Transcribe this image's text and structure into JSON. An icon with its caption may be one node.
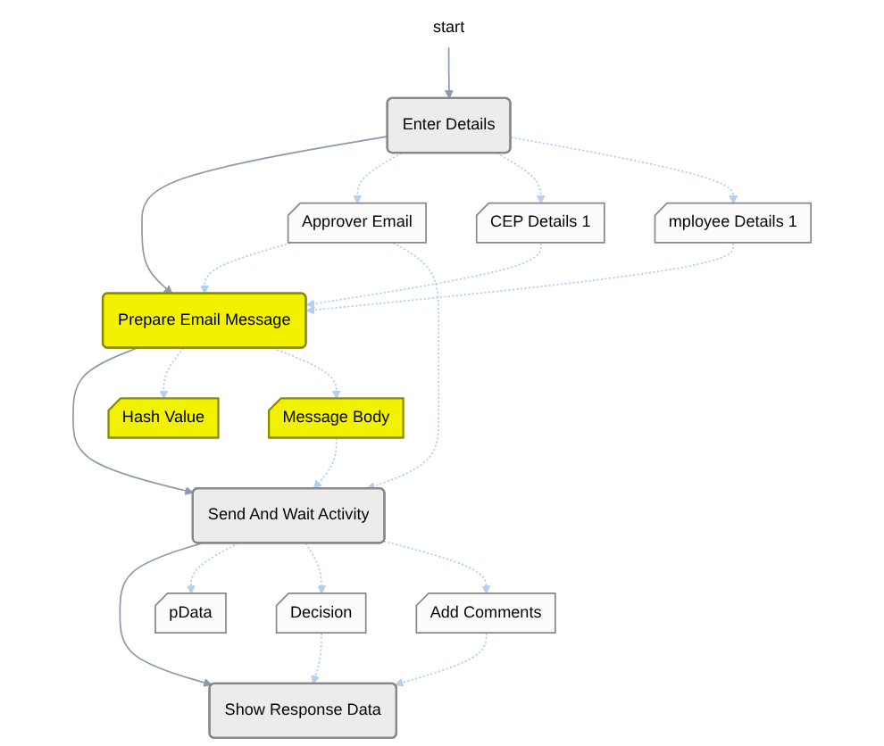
{
  "diagram": {
    "nodes": [
      {
        "text": [
          "start"
        ]
      },
      {
        "text": [
          "Approver Email"
        ]
      },
      {
        "text": [
          "Enter Details"
        ]
      },
      {
        "text": [
          "CEP Details 1"
        ]
      },
      {
        "text": [
          "Prepare Email Message"
        ]
      },
      {
        "text": [
          "Hash Value"
        ]
      },
      {
        "text": [
          "mployee Details 1"
        ]
      },
      {
        "text": [
          "Send And Wait Activity"
        ]
      },
      {
        "text": [
          "Decision"
        ]
      },
      {
        "text": [
          "Message Body"
        ]
      },
      {
        "text": [
          "Add Comments"
        ]
      },
      {
        "text": [
          "pData"
        ]
      },
      {
        "text": [
          "Show Response Data"
        ]
      }
    ],
    "edges": [
      {
        "from": 0,
        "to": 2,
        "arrow": "to"
      },
      {
        "from": 2,
        "to": 4,
        "arrow": "to"
      },
      {
        "from": 4,
        "to": 7,
        "arrow": "to"
      },
      {
        "from": 7,
        "to": 12,
        "arrow": "to"
      },
      {
        "from": 2,
        "to": 1,
        "arrow": "to",
        "style": "dashed",
        "color": "#b4d0f0"
      },
      {
        "from": 2,
        "to": 3,
        "arrow": "to",
        "style": "dashed",
        "color": "#b4d0f0"
      },
      {
        "from": 2,
        "to": 6,
        "arrow": "to",
        "style": "dashed",
        "color": "#b4d0f0"
      },
      {
        "from": 1,
        "to": 4,
        "arrow": "to",
        "style": "dashed",
        "color": "#b4d0f0"
      },
      {
        "from": 1,
        "to": 7,
        "arrow": "to",
        "style": "dashed",
        "color": "#b4d0f0"
      },
      {
        "from": 3,
        "to": 4,
        "arrow": "to",
        "style": "dashed",
        "color": "#b4d0f0"
      },
      {
        "from": 6,
        "to": 4,
        "arrow": "to",
        "style": "dashed",
        "color": "#b4d0f0"
      },
      {
        "from": 4,
        "to": 5,
        "arrow": "to",
        "style": "dashed",
        "color": "#b4d0f0"
      },
      {
        "from": 4,
        "to": 9,
        "arrow": "to",
        "style": "dashed",
        "color": "#b4d0f0"
      },
      {
        "from": 9,
        "to": 7,
        "arrow": "to",
        "style": "dashed",
        "color": "#b4d0f0"
      },
      {
        "from": 7,
        "to": 11,
        "arrow": "to",
        "style": "dashed",
        "color": "#b4d0f0"
      },
      {
        "from": 7,
        "to": 8,
        "arrow": "to",
        "style": "dashed",
        "color": "#b4d0f0"
      },
      {
        "from": 7,
        "to": 10,
        "arrow": "to",
        "style": "dashed",
        "color": "#b4d0f0"
      },
      {
        "from": 8,
        "to": 12,
        "arrow": "to",
        "style": "dashed",
        "color": "#b4d0f0"
      },
      {
        "from": 10,
        "to": 12,
        "arrow": "to",
        "style": "dashed",
        "color": "#b4d0f0"
      }
    ]
  }
}
